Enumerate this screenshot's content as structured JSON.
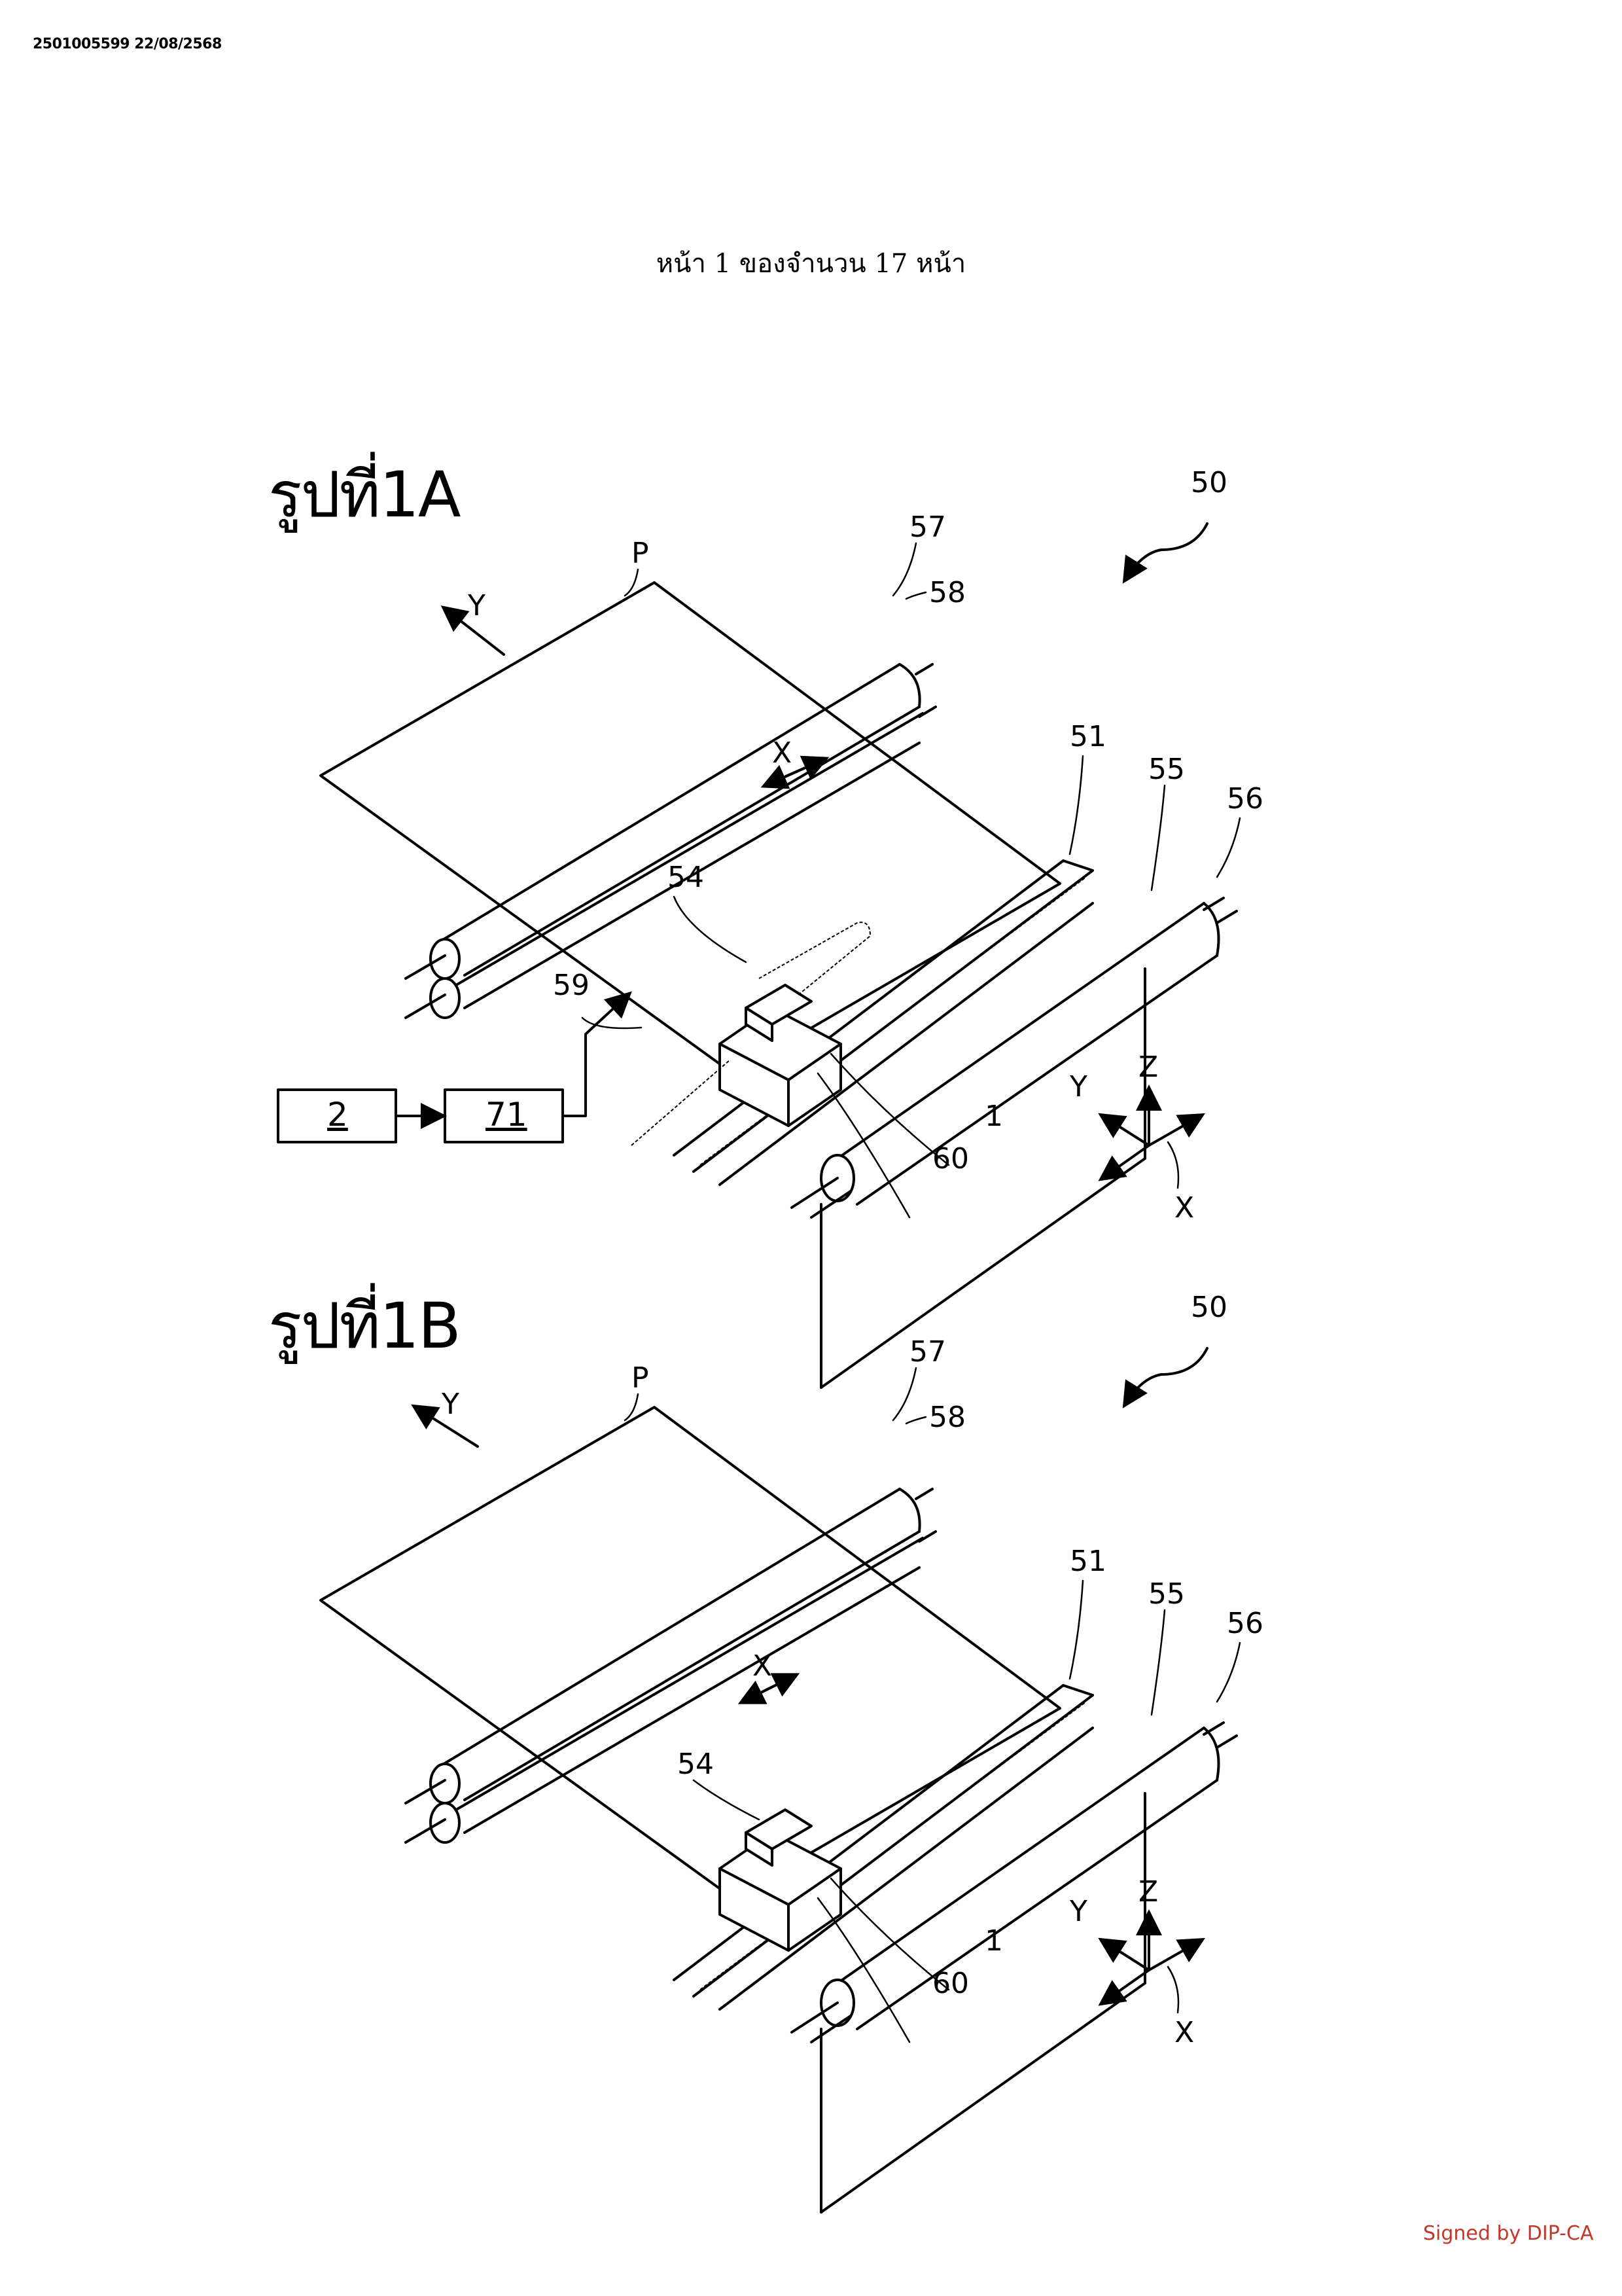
{
  "header": {
    "document_id": "2501005599 22/08/2568",
    "page_counter": "หน้า 1 ของจำนวน 17 หน้า"
  },
  "figures": [
    {
      "title": "รูปที่1A",
      "labels": {
        "sheet": "P",
        "apparatus": "50",
        "roller_upper": "57",
        "roller_lower": "58",
        "guide_rail": "51",
        "roller_55": "55",
        "roller_56": "56",
        "carriage": "54",
        "cable": "59",
        "head": "1",
        "platen": "60",
        "axis_y_feed": "Y",
        "axis_x_scan": "X",
        "axes": {
          "x": "X",
          "y": "Y",
          "z": "Z"
        }
      },
      "blocks": [
        {
          "label": "2"
        },
        {
          "label": "71"
        }
      ]
    },
    {
      "title": "รูปที่1B",
      "labels": {
        "sheet": "P",
        "apparatus": "50",
        "roller_upper": "57",
        "roller_lower": "58",
        "guide_rail": "51",
        "roller_55": "55",
        "roller_56": "56",
        "carriage": "54",
        "head": "1",
        "platen": "60",
        "axis_y_feed": "Y",
        "axis_x_scan": "X",
        "axes": {
          "x": "X",
          "y": "Y",
          "z": "Z"
        }
      }
    }
  ],
  "footer": {
    "signature": "Signed by DIP-CA",
    "signature_color": "#c0392b"
  }
}
